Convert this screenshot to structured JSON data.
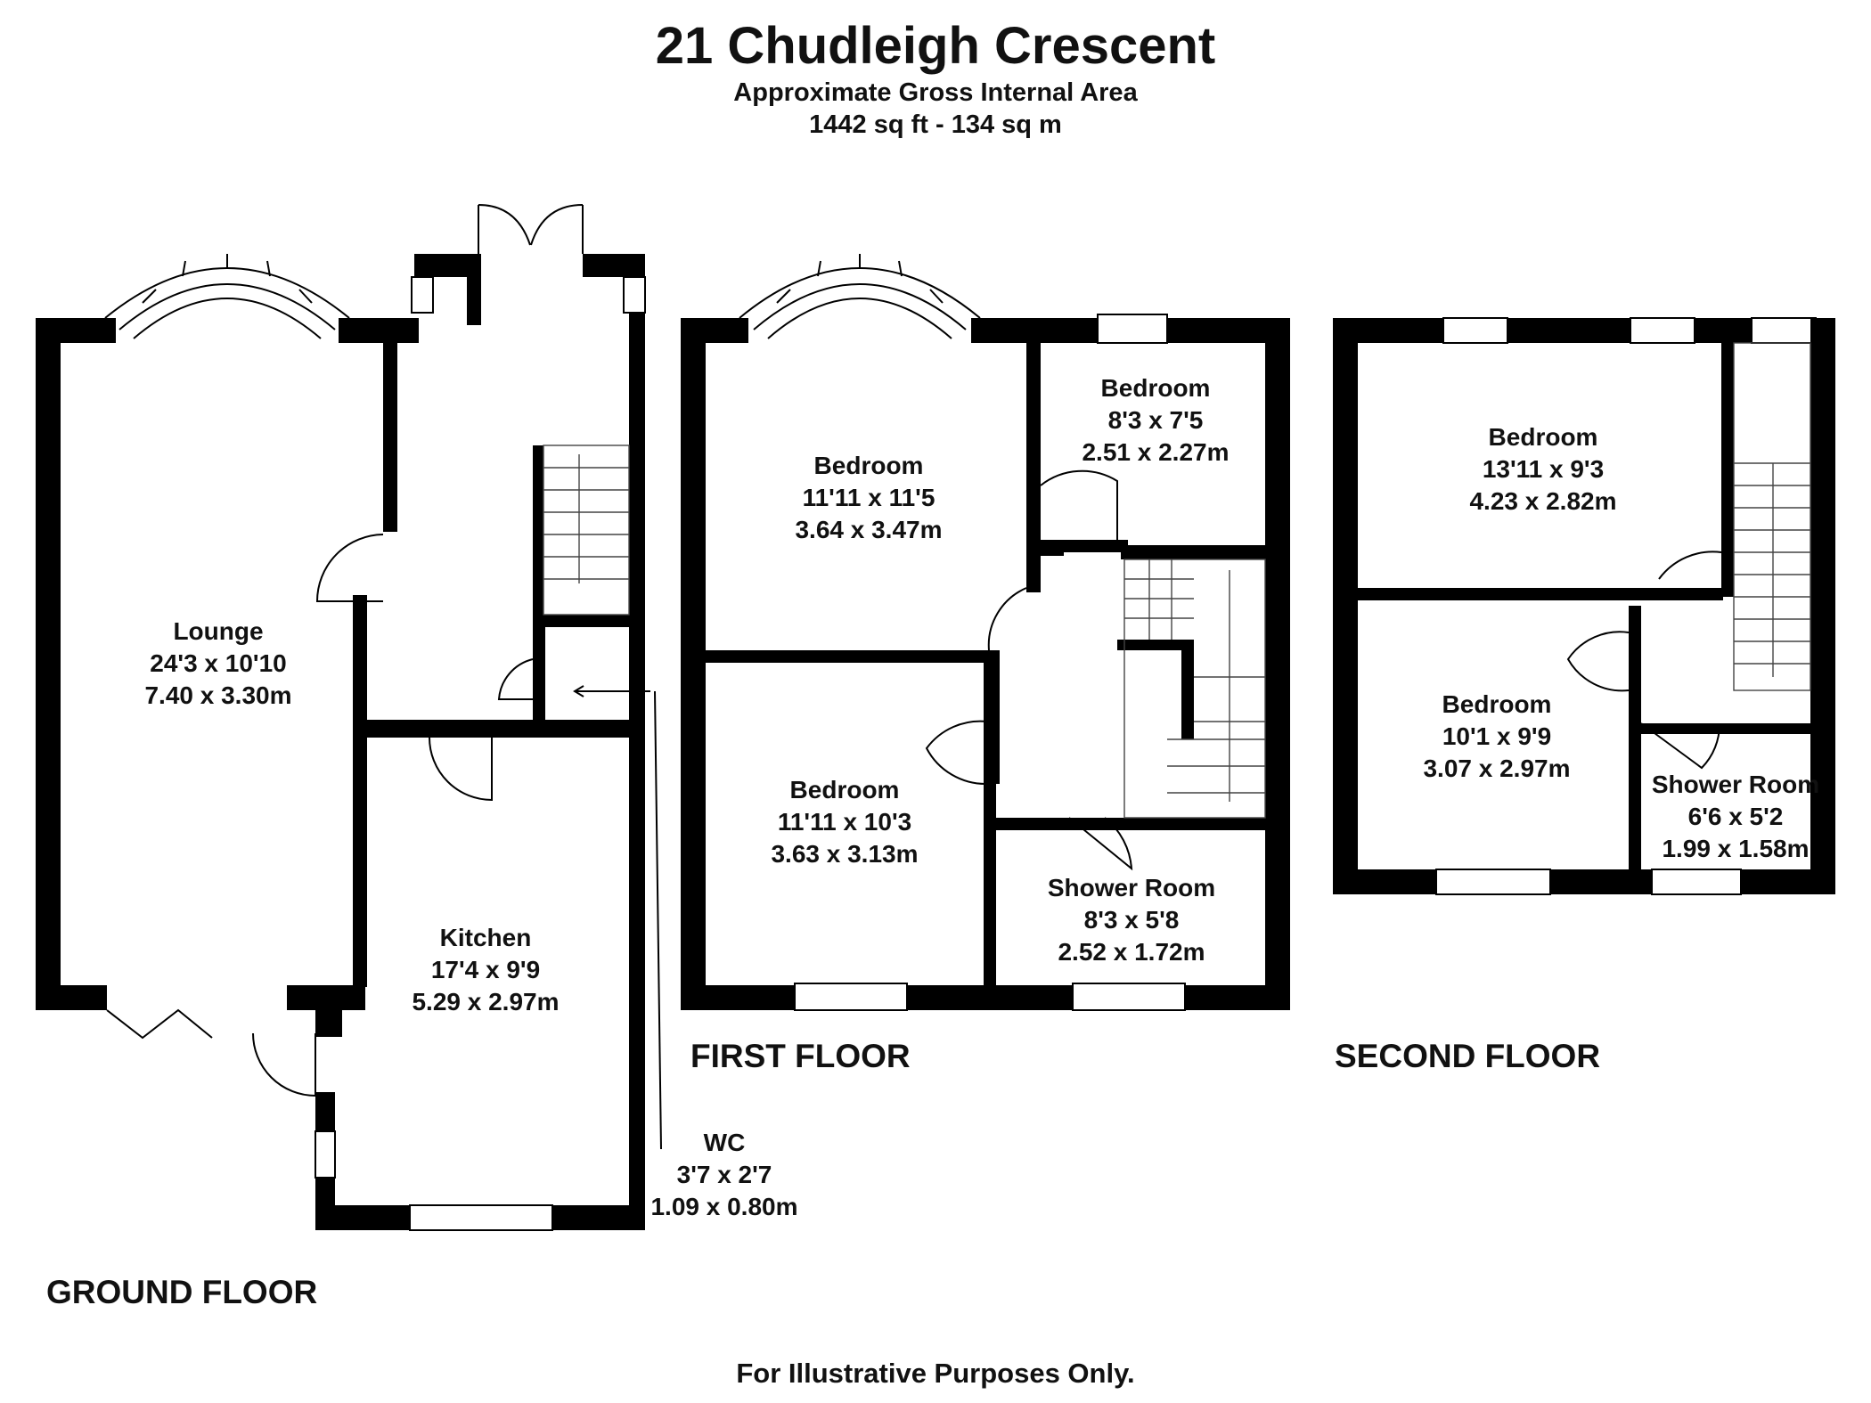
{
  "header": {
    "title": "21 Chudleigh Crescent",
    "subtitle": "Approximate Gross Internal Area",
    "area": "1442 sq ft - 134 sq m"
  },
  "floors": {
    "ground": "GROUND FLOOR",
    "first": "FIRST FLOOR",
    "second": "SECOND FLOOR"
  },
  "rooms": {
    "lounge": {
      "name": "Lounge",
      "imperial": "24'3 x 10'10",
      "metric": "7.40 x 3.30m"
    },
    "kitchen": {
      "name": "Kitchen",
      "imperial": "17'4 x 9'9",
      "metric": "5.29 x 2.97m"
    },
    "wc": {
      "name": "WC",
      "imperial": "3'7 x 2'7",
      "metric": "1.09 x 0.80m"
    },
    "ff_bed1": {
      "name": "Bedroom",
      "imperial": "11'11 x 11'5",
      "metric": "3.64 x 3.47m"
    },
    "ff_bed2": {
      "name": "Bedroom",
      "imperial": "8'3 x 7'5",
      "metric": "2.51 x 2.27m"
    },
    "ff_bed3": {
      "name": "Bedroom",
      "imperial": "11'11 x 10'3",
      "metric": "3.63 x 3.13m"
    },
    "ff_shower": {
      "name": "Shower Room",
      "imperial": "8'3 x 5'8",
      "metric": "2.52 x 1.72m"
    },
    "sf_bed1": {
      "name": "Bedroom",
      "imperial": "13'11 x 9'3",
      "metric": "4.23 x 2.82m"
    },
    "sf_bed2": {
      "name": "Bedroom",
      "imperial": "10'1 x 9'9",
      "metric": "3.07 x 2.97m"
    },
    "sf_shower": {
      "name": "Shower Room",
      "imperial": "6'6 x 5'2",
      "metric": "1.99 x 1.58m"
    }
  },
  "footer": "For Illustrative Purposes Only."
}
